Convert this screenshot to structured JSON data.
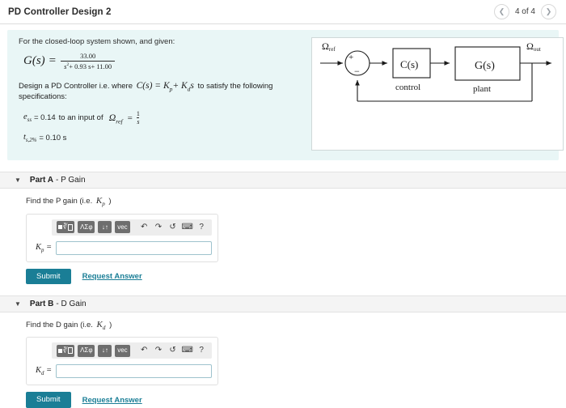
{
  "header": {
    "title": "PD Controller Design 2",
    "pager": {
      "prev_icon": "chevron-left-icon",
      "next_icon": "chevron-right-icon",
      "label": "4 of 4"
    }
  },
  "problem": {
    "intro": "For the closed-loop system shown, and given:",
    "transfer_function": {
      "lhs": "G(s)",
      "equals": "=",
      "numerator": "33.00",
      "denominator_s2": "s",
      "denominator_rest": "+  0.93 s+  11.00"
    },
    "design_text_before": "Design a PD Controller i.e. where",
    "controller_eq": "C(s) = K",
    "controller_sub1": "p",
    "controller_mid": "+ K",
    "controller_sub2": "d",
    "controller_end": "s",
    "design_text_after": "to satisfy the following specifications:",
    "specs": [
      {
        "symbol": "e",
        "subscript": "ss",
        "value": "= 0.14",
        "text": "to an input of",
        "omega": "Ω",
        "omega_sub": "ref",
        "eq": "=",
        "frac_num": "1",
        "frac_den": "s"
      },
      {
        "symbol": "t",
        "subscript": "s,2%",
        "value": "= 0.10 s",
        "text": "",
        "omega": "",
        "omega_sub": "",
        "eq": "",
        "frac_num": "",
        "frac_den": ""
      }
    ],
    "diagram": {
      "input_label": "Ω",
      "input_sub": "ref",
      "output_label": "Ω",
      "output_sub": "out",
      "sum_plus": "+",
      "sum_minus": "−",
      "block1_label": "C(s)",
      "block1_caption": "control",
      "block2_label": "G(s)",
      "block2_caption": "plant"
    }
  },
  "parts": [
    {
      "caret_icon": "caret-down-icon",
      "label": "Part A",
      "sub": "- P Gain",
      "prompt_before": "Find the P gain (i.e.",
      "prompt_symbol": "K",
      "prompt_symbol_sub": "p",
      "prompt_after": ")",
      "field_label": "K",
      "field_label_sub": "p",
      "field_equals": "=",
      "field_value": "",
      "field_placeholder": "",
      "submit_label": "Submit",
      "request_label": "Request Answer"
    },
    {
      "caret_icon": "caret-down-icon",
      "label": "Part B",
      "sub": "- D Gain",
      "prompt_before": "Find the D gain (i.e.",
      "prompt_symbol": "K",
      "prompt_symbol_sub": "d",
      "prompt_after": ")",
      "field_label": "K",
      "field_label_sub": "d",
      "field_equals": "=",
      "field_value": "",
      "field_placeholder": "",
      "submit_label": "Submit",
      "request_label": "Request Answer"
    }
  ],
  "mathbar": {
    "buttons": [
      {
        "name": "template-sqrt-button",
        "label": ""
      },
      {
        "name": "greek-symbols-button",
        "label": "ΛΣφ"
      },
      {
        "name": "sort-arrows-button",
        "label": "↓↑"
      },
      {
        "name": "vector-button",
        "label": "vec"
      }
    ],
    "icons": [
      {
        "name": "undo-icon",
        "glyph": "↶"
      },
      {
        "name": "redo-icon",
        "glyph": "↷"
      },
      {
        "name": "reset-icon",
        "glyph": "↺"
      },
      {
        "name": "keyboard-icon",
        "glyph": "⌨"
      },
      {
        "name": "help-icon",
        "glyph": "?"
      }
    ]
  },
  "colors": {
    "panel_bg": "#e9f6f6",
    "accent": "#1a7e96",
    "toolbar_bg": "#ededed",
    "part_header_bg": "#f4f4f4"
  }
}
